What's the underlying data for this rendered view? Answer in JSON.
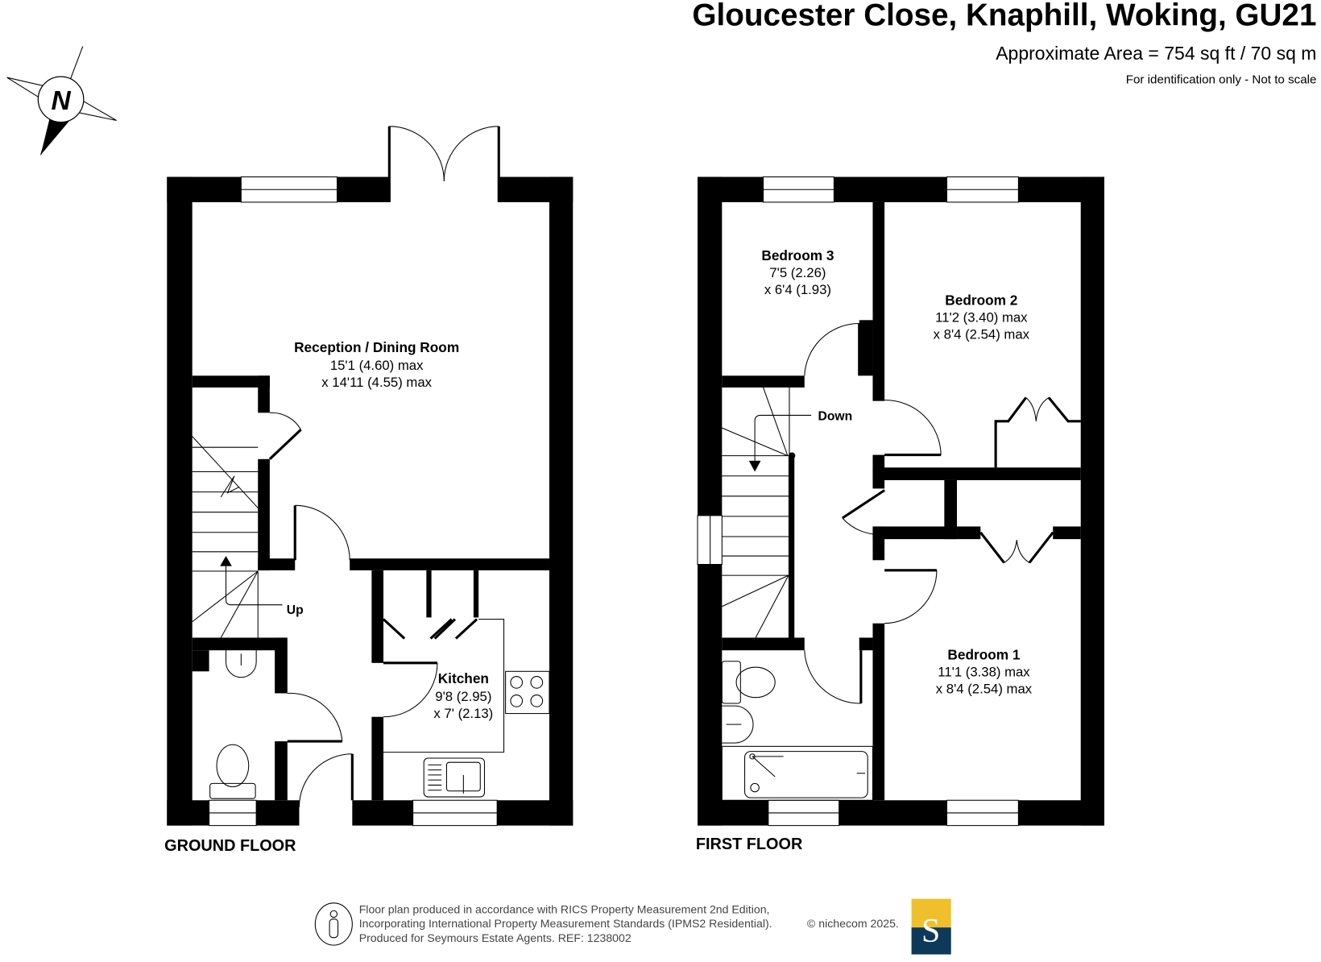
{
  "header": {
    "title": "Gloucester Close, Knaphill, Woking, GU21",
    "area": "Approximate Area = 754 sq ft / 70 sq m",
    "note": "For identification only - Not to scale"
  },
  "compass": {
    "label": "N"
  },
  "ground_floor": {
    "label": "GROUND FLOOR",
    "stairs_label": "Up",
    "rooms": [
      {
        "name": "Reception / Dining Room",
        "dim1": "15'1 (4.60) max",
        "dim2": "x 14'11 (4.55) max"
      },
      {
        "name": "Kitchen",
        "dim1": "9'8 (2.95)",
        "dim2": "x 7' (2.13)"
      }
    ]
  },
  "first_floor": {
    "label": "FIRST FLOOR",
    "stairs_label": "Down",
    "rooms": [
      {
        "name": "Bedroom 3",
        "dim1": "7'5 (2.26)",
        "dim2": "x 6'4 (1.93)"
      },
      {
        "name": "Bedroom 2",
        "dim1": "11'2 (3.40) max",
        "dim2": "x 8'4 (2.54) max"
      },
      {
        "name": "Bedroom 1",
        "dim1": "11'1 (3.38) max",
        "dim2": "x 8'4 (2.54) max"
      }
    ]
  },
  "footer": {
    "lines": [
      "Floor plan produced in accordance with RICS Property Measurement 2nd Edition,",
      "Incorporating International Property Measurement Standards (IPMS2 Residential).",
      "Produced for Seymours Estate Agents.   REF: 1238002"
    ],
    "copyright": "© nichecom 2025.",
    "logo_letter": "S",
    "logo_colors": {
      "top": "#f0c02c",
      "bottom": "#0e3a5a"
    }
  }
}
